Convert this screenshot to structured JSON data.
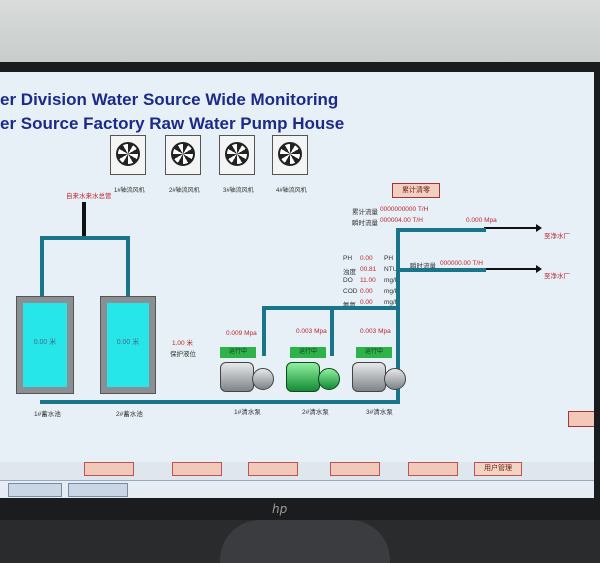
{
  "header": {
    "title_line1": "er Division Water Source Wide Monitoring",
    "title_line2": "er Source Factory Raw Water Pump House"
  },
  "fans": [
    {
      "label": "1#轴流风机"
    },
    {
      "label": "2#轴流风机"
    },
    {
      "label": "3#轴流风机"
    },
    {
      "label": "4#轴流风机"
    }
  ],
  "accumulate_button": "累计清零",
  "inlet_label": "自来水来水总管",
  "flow": {
    "cumulative_label": "累计流量",
    "cumulative_value": "0000000000 T/H",
    "instant_label": "瞬时流量",
    "instant_value": "000004.00 T/H",
    "pressure1": "0.000 Mpa",
    "instant2_label": "瞬时流量",
    "instant2_value": "000000.00 T/H"
  },
  "water_quality": [
    {
      "label": "PH",
      "value": "0.00",
      "unit": "PH"
    },
    {
      "label": "浊度",
      "value": "00.81",
      "unit": "NTU"
    },
    {
      "label": "DO",
      "value": "11.00",
      "unit": "mg/L"
    },
    {
      "label": "COD",
      "value": "0.00",
      "unit": "mg/L"
    },
    {
      "label": "氨氮",
      "value": "0.00",
      "unit": "mg/L"
    }
  ],
  "outlets": [
    {
      "label": "至净水厂"
    },
    {
      "label": "至净水厂"
    }
  ],
  "tanks": [
    {
      "value": "0.00 米",
      "label": "1#蓄水池"
    },
    {
      "value": "0.00 米",
      "label": "2#蓄水池"
    }
  ],
  "protect": {
    "value": "1.00 米",
    "label": "保护液位"
  },
  "pumps": [
    {
      "pressure": "0.009 Mpa",
      "status": "运行中",
      "label": "1#清水泵"
    },
    {
      "pressure": "0.003 Mpa",
      "status": "运行中",
      "label": "2#清水泵"
    },
    {
      "pressure": "0.003 Mpa",
      "status": "运行中",
      "label": "3#清水泵"
    }
  ],
  "taskbar": {
    "user_mgmt": "用户管理"
  },
  "monitor_brand": "hp",
  "colors": {
    "pipe": "#18758a",
    "water": "#26e6ea",
    "title": "#1c2a8a",
    "running": "#2db34a"
  }
}
